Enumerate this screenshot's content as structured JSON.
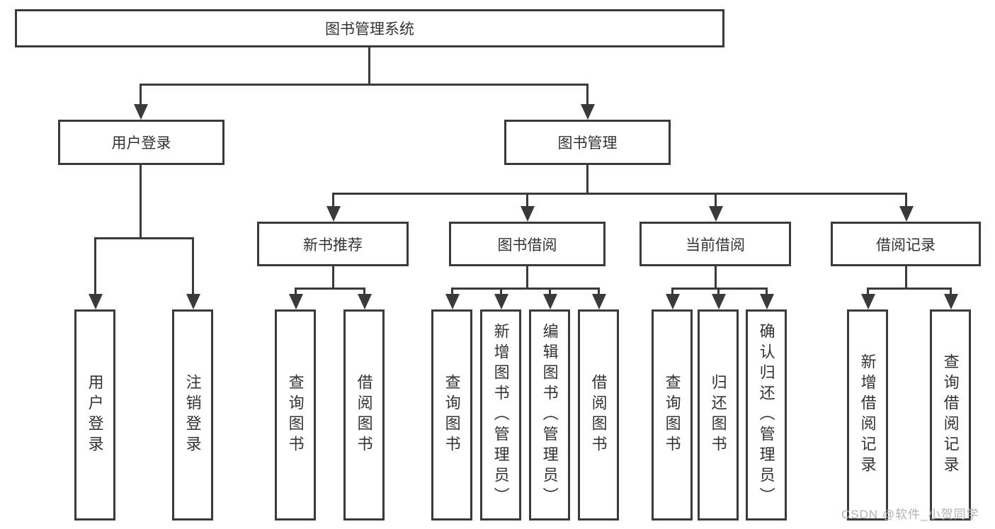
{
  "colors": {
    "line": "#3a3a3a",
    "text": "#333333",
    "background": "#ffffff",
    "watermark_color": "#b3b3b3"
  },
  "watermark": "CSDN @软件_小贺同学",
  "tree": {
    "root": "图书管理系统",
    "branches": [
      {
        "label": "用户登录",
        "leaves": [
          "用户登录",
          "注销登录"
        ]
      },
      {
        "label": "图书管理",
        "sections": [
          {
            "label": "新书推荐",
            "leaves": [
              "查询图书",
              "借阅图书"
            ]
          },
          {
            "label": "图书借阅",
            "leaves": [
              "查询图书",
              "新增图书（管理员）",
              "编辑图书（管理员）",
              "借阅图书"
            ]
          },
          {
            "label": "当前借阅",
            "leaves": [
              "查询图书",
              "归还图书",
              "确认归还（管理员）"
            ]
          },
          {
            "label": "借阅记录",
            "leaves": [
              "新增借阅记录",
              "查询借阅记录"
            ]
          }
        ]
      }
    ]
  }
}
